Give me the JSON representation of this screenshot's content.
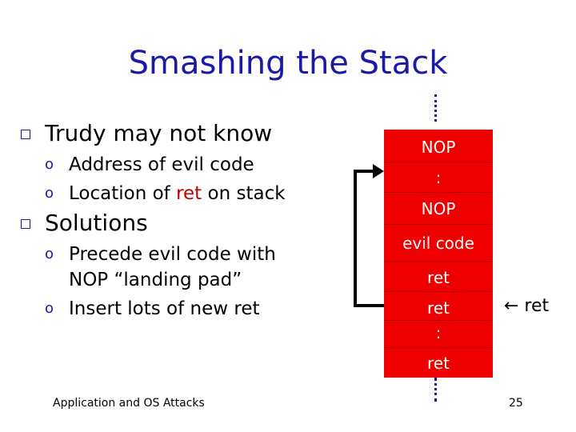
{
  "slide": {
    "title": "Smashing the Stack",
    "bullets": [
      {
        "text": "Trudy may not know",
        "sub": [
          {
            "pre": "Address of evil code",
            "em": "",
            "post": ""
          },
          {
            "pre": "Location of ",
            "em": "ret",
            "post": " on stack"
          }
        ]
      },
      {
        "text": "Solutions",
        "sub": [
          {
            "pre": "Precede evil code with NOP “landing pad”",
            "em": "",
            "post": ""
          },
          {
            "pre": "Insert lots of new ",
            "em": "ret",
            "post": ""
          }
        ]
      }
    ],
    "stack_cells": [
      "NOP",
      ":",
      "NOP",
      "evil code",
      "ret",
      "ret",
      ":",
      "ret"
    ],
    "ret_pointer_label": "← ret",
    "footer": "Application and OS Attacks",
    "page_number": "25"
  },
  "colors": {
    "title": "#1a1aa6",
    "stack": "#ee0000",
    "highlight": "#c00000"
  }
}
